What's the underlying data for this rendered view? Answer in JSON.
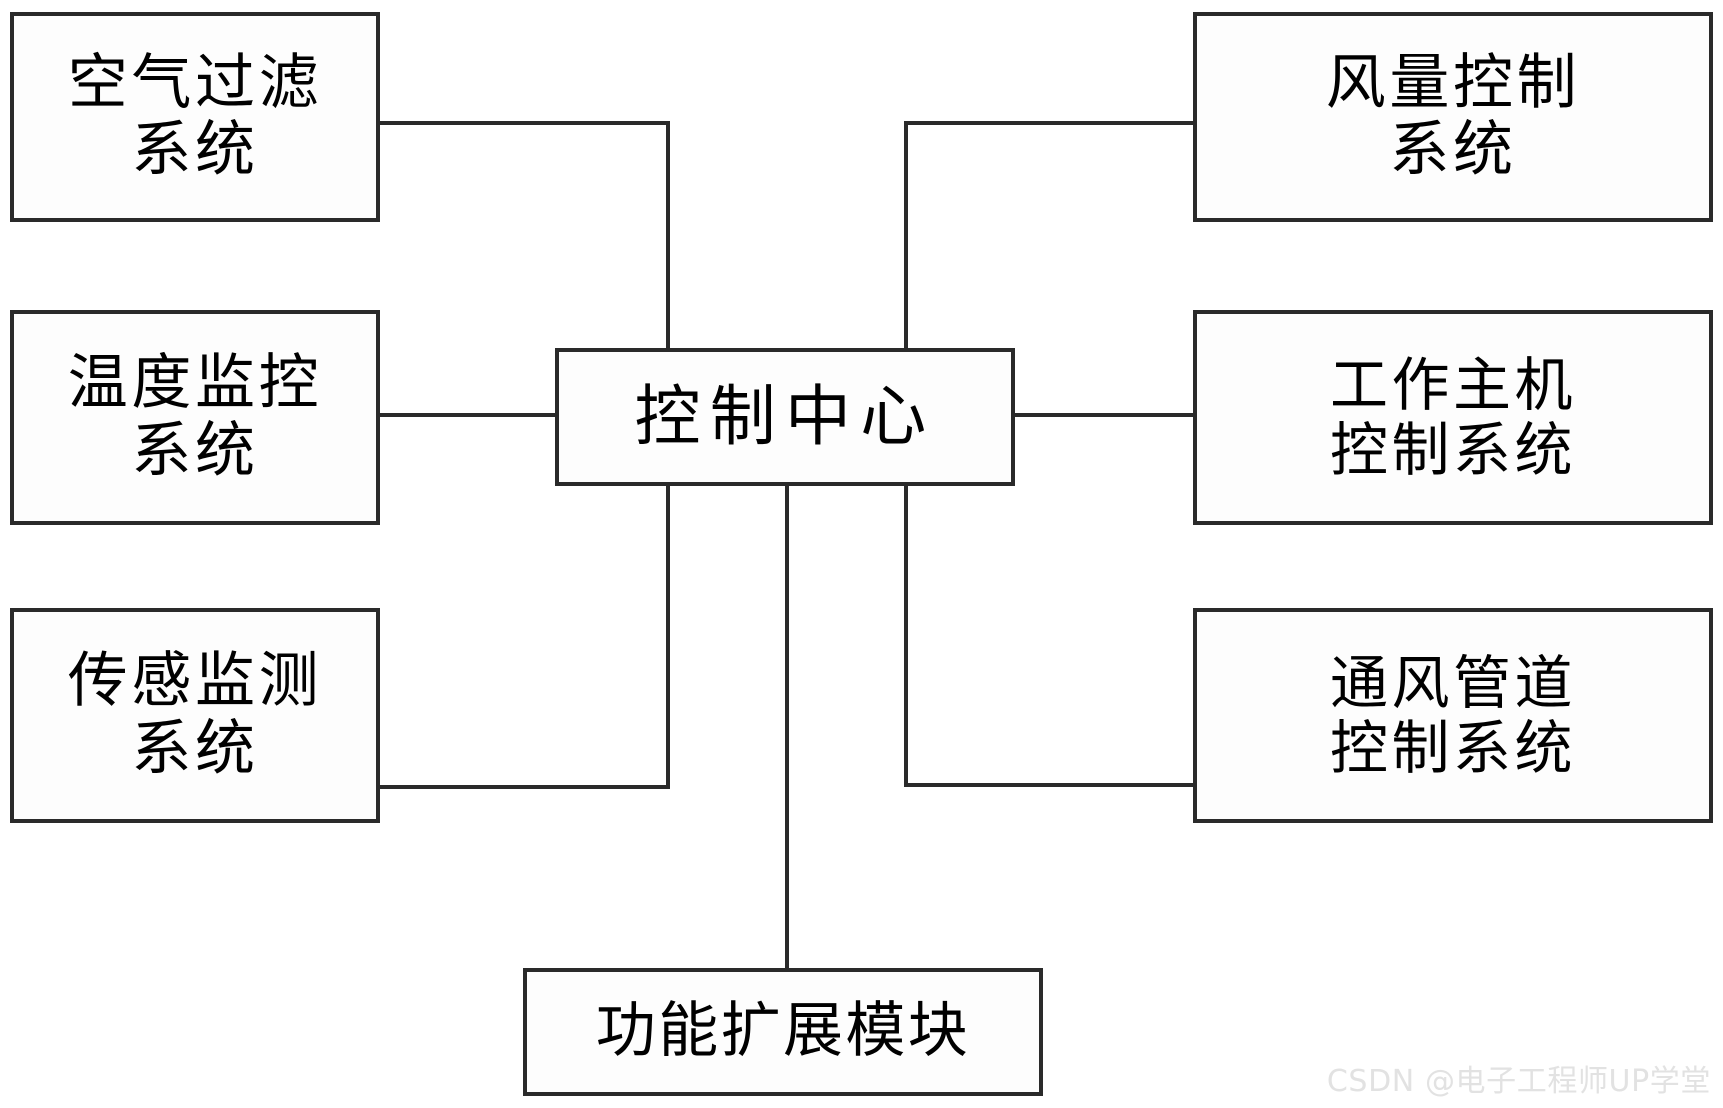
{
  "diagram": {
    "type": "block-diagram",
    "title_text": "",
    "colors": {
      "border": "#2a2a2a",
      "node_fill": "#fdfdfd",
      "text": "#000000",
      "background": "#ffffff",
      "watermark": "#e2e2e2"
    },
    "center": {
      "label": "控制中心",
      "lines": [
        "控制中心"
      ]
    },
    "nodes": {
      "air_filter": {
        "lines": [
          "空气过滤",
          "系统"
        ],
        "label": "空气过滤系统"
      },
      "temperature": {
        "lines": [
          "温度监控",
          "系统"
        ],
        "label": "温度监控系统"
      },
      "sensor": {
        "lines": [
          "传感监测",
          "系统"
        ],
        "label": "传感监测系统"
      },
      "air_volume": {
        "lines": [
          "风量控制",
          "系统"
        ],
        "label": "风量控制系统"
      },
      "work_host": {
        "lines": [
          "工作主机",
          "控制系统"
        ],
        "label": "工作主机控制系统"
      },
      "duct": {
        "lines": [
          "通风管道",
          "控制系统"
        ],
        "label": "通风管道控制系统"
      },
      "expansion": {
        "lines": [
          "功能扩展模块"
        ],
        "label": "功能扩展模块"
      }
    },
    "connections": [
      {
        "from": "air_filter",
        "to": "center"
      },
      {
        "from": "temperature",
        "to": "center"
      },
      {
        "from": "sensor",
        "to": "center"
      },
      {
        "from": "air_volume",
        "to": "center"
      },
      {
        "from": "work_host",
        "to": "center"
      },
      {
        "from": "duct",
        "to": "center"
      },
      {
        "from": "expansion",
        "to": "center"
      }
    ]
  },
  "watermark": {
    "text": "CSDN @电子工程师UP学堂"
  }
}
